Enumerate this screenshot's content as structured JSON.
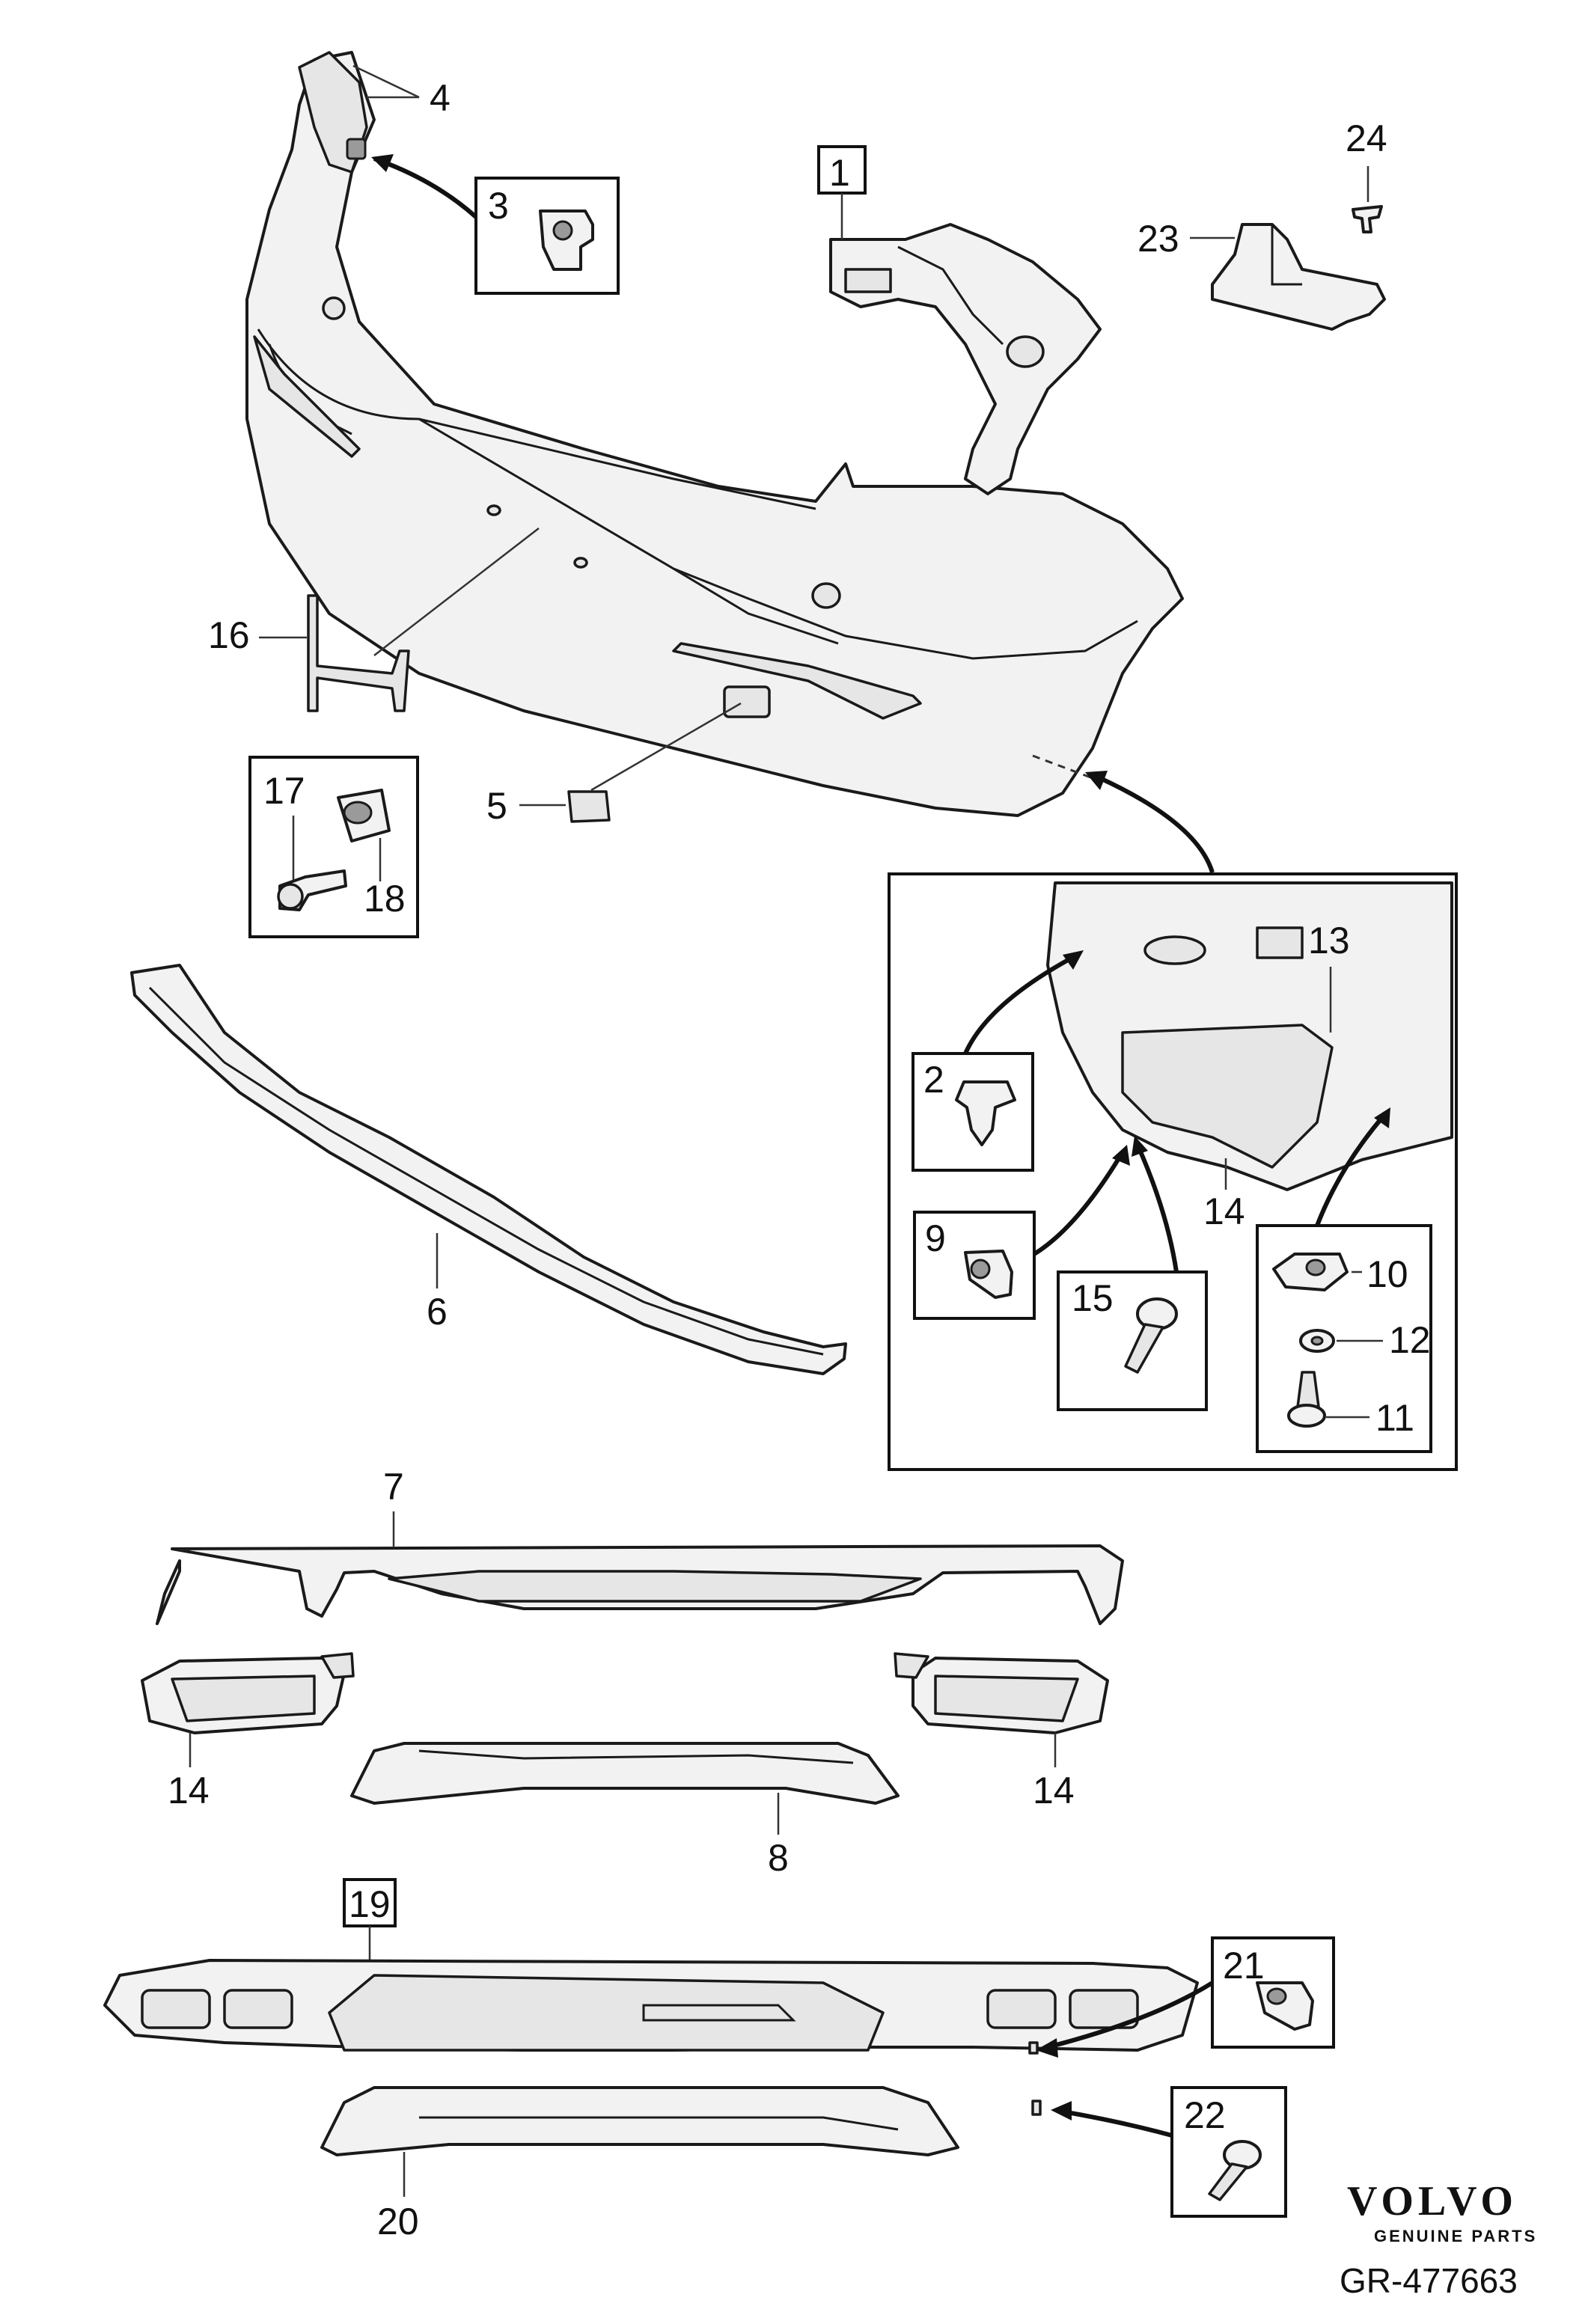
{
  "labels": {
    "p1": "1",
    "p2": "2",
    "p3": "3",
    "p4": "4",
    "p5": "5",
    "p6": "6",
    "p7": "7",
    "p8": "8",
    "p9": "9",
    "p10": "10",
    "p11": "11",
    "p12": "12",
    "p13": "13",
    "p14a": "14",
    "p14b": "14",
    "p14c": "14",
    "p15": "15",
    "p16": "16",
    "p17": "17",
    "p18": "18",
    "p19": "19",
    "p20": "20",
    "p21": "21",
    "p22": "22",
    "p23": "23",
    "p24": "24"
  },
  "brand": {
    "name": "VOLVO",
    "tagline": "GENUINE PARTS",
    "reference": "GR-477663"
  }
}
